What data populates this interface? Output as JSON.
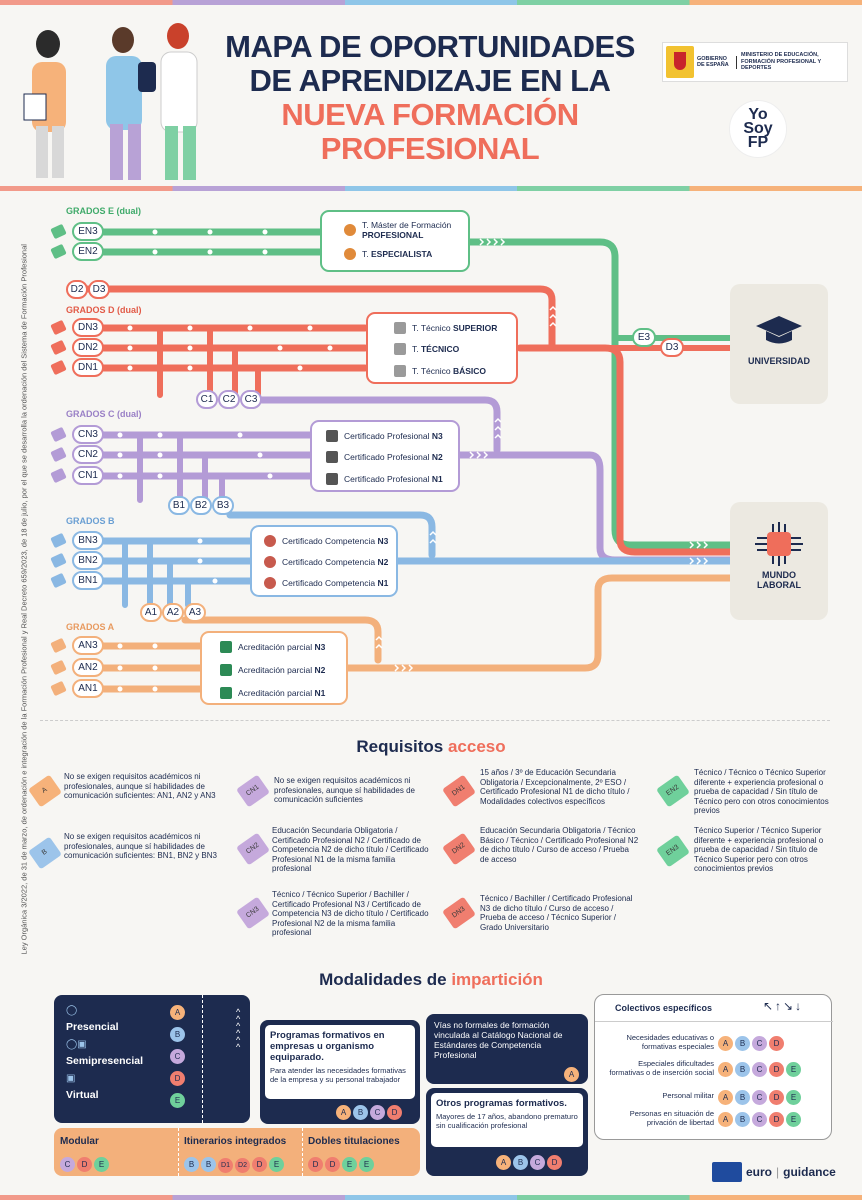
{
  "header": {
    "title_l1": "MAPA DE OPORTUNIDADES",
    "title_l2": "DE APRENDIZAJE EN LA",
    "title_l3": "NUEVA FORMACIÓN",
    "title_l4": "PROFESIONAL",
    "gov_left": "GOBIERNO DE ESPAÑA",
    "gov_right": "MINISTERIO DE EDUCACIÓN, FORMACIÓN PROFESIONAL Y DEPORTES",
    "yosoy": [
      "Yo",
      "Soy",
      "FP"
    ]
  },
  "side_text": "Ley Orgánica 3/2022, de 31 de marzo, de ordenación e integración de la Formación Profesional y Real Decreto 659/2023, de 18 de julio, por el que se desarrolla la ordenación del Sistema de Formación Profesional",
  "colors": {
    "E": "#5fbf86",
    "D": "#ef6e5b",
    "C": "#b39bd6",
    "B": "#8ab8e3",
    "A": "#f3b07b",
    "navy": "#1d2b4f"
  },
  "grados": {
    "E": {
      "label": "GRADOS E (dual)",
      "stations": [
        "EN3",
        "EN2"
      ],
      "links": [
        "D2",
        "D3"
      ],
      "titles": [
        {
          "pre": "T. Máster de Formación ",
          "bold": "PROFESIONAL"
        },
        {
          "pre": "T. ",
          "bold": "ESPECIALISTA"
        }
      ]
    },
    "D": {
      "label": "GRADOS D (dual)",
      "stations": [
        "DN3",
        "DN2",
        "DN1"
      ],
      "links": [
        "C1",
        "C2",
        "C3"
      ],
      "titles": [
        {
          "pre": "T. Técnico ",
          "bold": "SUPERIOR"
        },
        {
          "pre": "T. ",
          "bold": "TÉCNICO"
        },
        {
          "pre": "T. Técnico ",
          "bold": "BÁSICO"
        }
      ]
    },
    "C": {
      "label": "GRADOS C (dual)",
      "stations": [
        "CN3",
        "CN2",
        "CN1"
      ],
      "links": [
        "B1",
        "B2",
        "B3"
      ],
      "titles": [
        {
          "pre": "Certificado Profesional ",
          "bold": "N3"
        },
        {
          "pre": "Certificado Profesional ",
          "bold": "N2"
        },
        {
          "pre": "Certificado Profesional ",
          "bold": "N1"
        }
      ]
    },
    "B": {
      "label": "GRADOS B",
      "stations": [
        "BN3",
        "BN2",
        "BN1"
      ],
      "links": [
        "A1",
        "A2",
        "A3"
      ],
      "titles": [
        {
          "pre": "Certificado Competencia ",
          "bold": "N3"
        },
        {
          "pre": "Certificado Competencia ",
          "bold": "N2"
        },
        {
          "pre": "Certificado Competencia ",
          "bold": "N1"
        }
      ]
    },
    "A": {
      "label": "GRADOS A",
      "stations": [
        "AN3",
        "AN2",
        "AN1"
      ],
      "titles": [
        {
          "pre": "Acreditación parcial ",
          "bold": "N3"
        },
        {
          "pre": "Acreditación parcial ",
          "bold": "N2"
        },
        {
          "pre": "Acreditación parcial ",
          "bold": "N1"
        }
      ]
    }
  },
  "junctions": [
    "E3",
    "D3"
  ],
  "destinations": {
    "universidad": "UNIVERSIDAD",
    "laboral_1": "MUNDO",
    "laboral_2": "LABORAL"
  },
  "requisitos": {
    "title_a": "Requisitos ",
    "title_b": "acceso",
    "items": {
      "A": {
        "tag": "A",
        "text": "No se exigen requisitos académicos ni profesionales, aunque sí habilidades de comunicación suficientes: AN1, AN2 y AN3"
      },
      "B": {
        "tag": "B",
        "text": "No se exigen requisitos académicos ni profesionales, aunque sí habilidades de comunicación suficientes: BN1, BN2 y BN3"
      },
      "CN1": {
        "tag": "CN1",
        "text": "No se exigen requisitos académicos ni profesionales, aunque sí habilidades de comunicación suficientes"
      },
      "CN2": {
        "tag": "CN2",
        "text": "Educación Secundaria Obligatoria / Certificado Profesional N2 / Certificado de Competencia N2 de dicho título / Certificado Profesional N1 de la misma familia profesional"
      },
      "CN3": {
        "tag": "CN3",
        "text": "Técnico / Técnico Superior / Bachiller / Certificado Profesional N3 / Certificado de Competencia N3 de dicho título / Certificado Profesional N2 de la misma familia profesional"
      },
      "DN1": {
        "tag": "DN1",
        "text": "15 años / 3º de Educación Secundaria Obligatoria / Excepcionalmente, 2º ESO / Certificado Profesional N1 de dicho título / Modalidades colectivos específicos"
      },
      "DN2": {
        "tag": "DN2",
        "text": "Educación Secundaria Obligatoria / Técnico Básico / Técnico / Certificado Profesional N2 de dicho título / Curso de acceso / Prueba de acceso"
      },
      "DN3": {
        "tag": "DN3",
        "text": "Técnico / Bachiller / Certificado Profesional N3 de dicho título / Curso de acceso / Prueba de acceso / Técnico Superior / Grado Universitario"
      },
      "EN2": {
        "tag": "EN2",
        "text": "Técnico / Técnico o Técnico Superior diferente + experiencia profesional o prueba de capacidad / Sin título de Técnico pero con otros conocimientos previos"
      },
      "EN3": {
        "tag": "EN3",
        "text": "Técnico Superior / Técnico Superior diferente + experiencia profesional o prueba de capacidad / Sin título de Técnico Superior pero con otros conocimientos previos"
      }
    }
  },
  "modalidades": {
    "title_a": "Modalidades de ",
    "title_b": "impartición",
    "modes": [
      "Presencial",
      "Semipresencial",
      "Virtual"
    ],
    "mode_letters": [
      "A",
      "B",
      "C",
      "D",
      "E"
    ],
    "modular": {
      "label": "Modular",
      "tags": [
        "C",
        "D",
        "E"
      ]
    },
    "itinerarios": {
      "label": "Itinerarios integrados",
      "tags": [
        "B",
        "B",
        "D1",
        "D2",
        "D",
        "E"
      ]
    },
    "dobles": {
      "label": "Dobles titulaciones",
      "tags": [
        "D",
        "D",
        "E",
        "E"
      ]
    },
    "programas_empresa": {
      "title": "Programas formativos en empresas u organismo equiparado.",
      "desc": "Para atender las necesidades formativas de la empresa y su personal trabajador",
      "tags": [
        "A",
        "B",
        "C",
        "D"
      ]
    },
    "vias": {
      "title": "Vías no formales de formación vinculada al Catálogo Nacional de Estándares de Competencia Profesional",
      "tags": [
        "A"
      ]
    },
    "otros": {
      "title": "Otros programas formativos.",
      "desc": "Mayores de 17 años, abandono prematuro sin cualificación profesional",
      "tags": [
        "A",
        "B",
        "C",
        "D"
      ]
    },
    "colectivos": {
      "title": "Colectivos específicos",
      "rows": [
        {
          "label": "Necesidades educativas o formativas especiales",
          "tags": [
            "A",
            "B",
            "C",
            "D"
          ]
        },
        {
          "label": "Especiales dificultades formativas o de inserción social",
          "tags": [
            "A",
            "B",
            "C",
            "D",
            "E"
          ]
        },
        {
          "label": "Personal militar",
          "tags": [
            "A",
            "B",
            "C",
            "D",
            "E"
          ]
        },
        {
          "label": "Personas en situación de privación de libertad",
          "tags": [
            "A",
            "B",
            "C",
            "D",
            "E"
          ]
        }
      ]
    }
  },
  "footer": {
    "euro": "euro",
    "guidance": "guidance"
  }
}
